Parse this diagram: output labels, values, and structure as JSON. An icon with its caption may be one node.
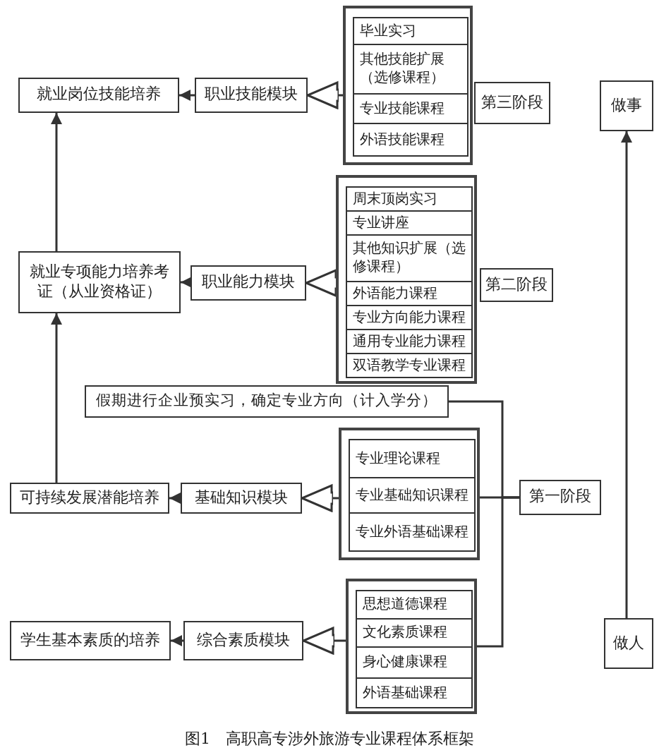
{
  "diagram": {
    "caption": "图1　高职高专涉外旅游专业课程体系框架",
    "nodes": [
      {
        "text": [
          "就业岗位技能培养"
        ]
      },
      {
        "text": [
          "职业技能模块"
        ]
      },
      {
        "text": [],
        "shape": "box"
      },
      {
        "text": [
          "毕业实习"
        ],
        "in": 2
      },
      {
        "text": [
          "其他技能扩展（选修课程）"
        ],
        "in": 2
      },
      {
        "text": [
          "专业技能课程"
        ],
        "in": 2
      },
      {
        "text": [
          "外语技能课程"
        ],
        "in": 2
      },
      {
        "text": [
          "第三阶段"
        ]
      },
      {
        "text": [
          "做事"
        ]
      },
      {
        "text": [
          "就业专项能力培养考证（从业资格证）"
        ]
      },
      {
        "text": [
          "职业能力模块"
        ]
      },
      {
        "text": [],
        "shape": "box"
      },
      {
        "text": [
          "周末顶岗实习"
        ],
        "in": 11
      },
      {
        "text": [
          "专业讲座"
        ],
        "in": 11
      },
      {
        "text": [
          "其他知识扩展（选修课程）"
        ],
        "in": 11
      },
      {
        "text": [
          "外语能力课程"
        ],
        "in": 11
      },
      {
        "text": [
          "专业方向能力课程"
        ],
        "in": 11
      },
      {
        "text": [
          "通用专业能力课程"
        ],
        "in": 11
      },
      {
        "text": [
          "双语教学专业课程"
        ],
        "in": 11
      },
      {
        "text": [
          "第二阶段"
        ]
      },
      {
        "text": [
          "假期进行企业预实习，确定专业方向（计入学分）"
        ]
      },
      {
        "text": [
          "可持续发展潜能培养"
        ]
      },
      {
        "text": [
          "基础知识模块"
        ]
      },
      {
        "text": [],
        "shape": "box"
      },
      {
        "text": [
          "专业理论课程"
        ],
        "in": 23
      },
      {
        "text": [
          "专业基础知识课程"
        ],
        "in": 23
      },
      {
        "text": [
          "专业外语基础课程"
        ],
        "in": 23
      },
      {
        "text": [
          "第一阶段"
        ]
      },
      {
        "text": [
          "学生基本素质的培养"
        ]
      },
      {
        "text": [
          "综合素质模块"
        ]
      },
      {
        "text": [],
        "shape": "box"
      },
      {
        "text": [
          "思想道德课程"
        ],
        "in": 30
      },
      {
        "text": [
          "文化素质课程"
        ],
        "in": 30
      },
      {
        "text": [
          "身心健康课程"
        ],
        "in": 30
      },
      {
        "text": [
          "外语基础课程"
        ],
        "in": 30
      },
      {
        "text": [
          "做人"
        ]
      }
    ],
    "edges": [
      {
        "from": 1,
        "to": 0,
        "arrow": "to"
      },
      {
        "from": 2,
        "to": 1,
        "arrow": "to"
      },
      {
        "from": 10,
        "to": 9,
        "arrow": "to"
      },
      {
        "from": 11,
        "to": 10,
        "arrow": "to"
      },
      {
        "from": 22,
        "to": 21,
        "arrow": "to"
      },
      {
        "from": 23,
        "to": 22,
        "arrow": "to"
      },
      {
        "from": 29,
        "to": 28,
        "arrow": "to"
      },
      {
        "from": 30,
        "to": 29,
        "arrow": "to"
      },
      {
        "from": 20,
        "to": 27,
        "arrow": "none"
      },
      {
        "from": 23,
        "to": 27,
        "arrow": "none"
      },
      {
        "from": 30,
        "to": 27,
        "arrow": "none"
      },
      {
        "from": 9,
        "to": 0,
        "arrow": "to"
      },
      {
        "from": 21,
        "to": 9,
        "arrow": "to"
      },
      {
        "from": 35,
        "to": 8,
        "arrow": "to"
      }
    ]
  }
}
